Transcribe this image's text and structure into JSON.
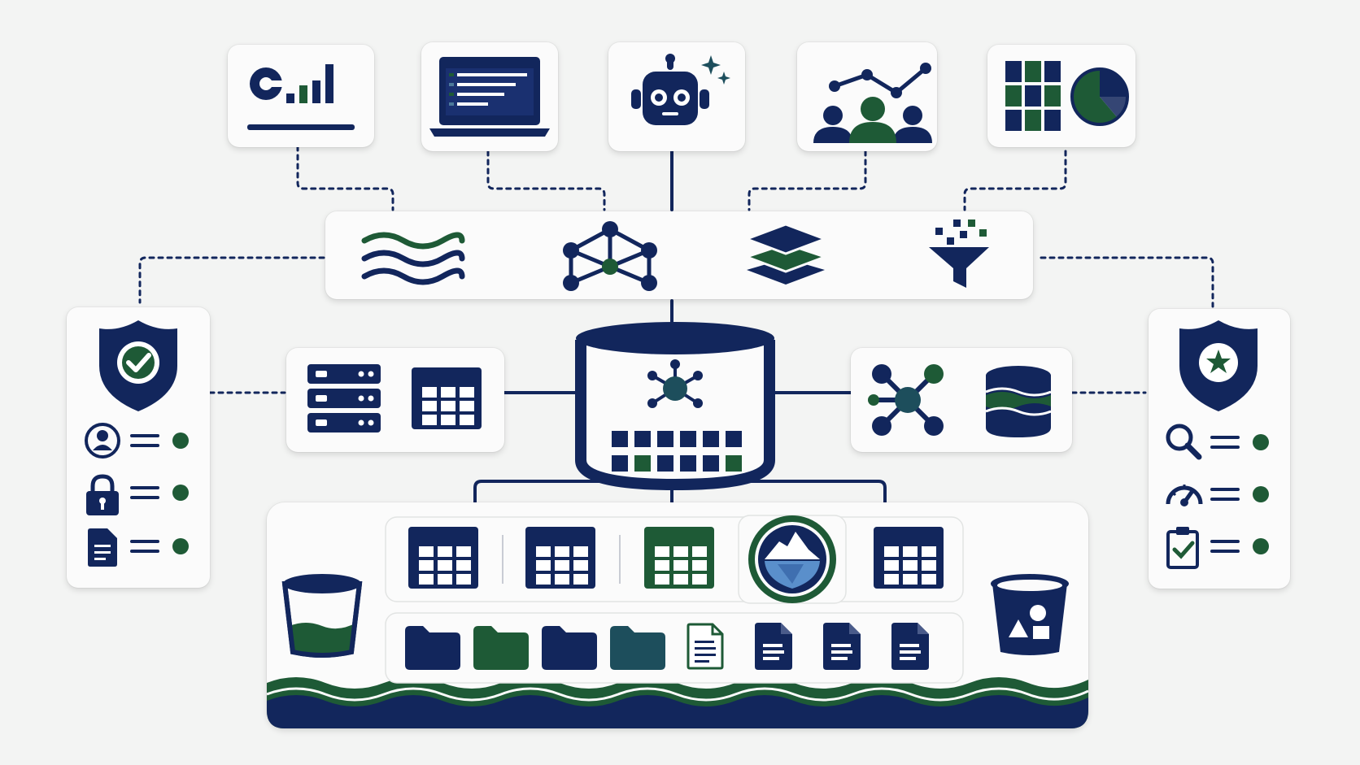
{
  "colors": {
    "navy": "#12265c",
    "green": "#1e5a36",
    "teal": "#1d4e5c",
    "ice": "#5a8fcb",
    "background": "#f3f4f3",
    "card": "#fbfbfb"
  },
  "consumers": [
    {
      "name": "bi-dashboard",
      "icon": "bar-chart-monitor-icon"
    },
    {
      "name": "laptop-report",
      "icon": "laptop-list-icon"
    },
    {
      "name": "ai-assistant",
      "icon": "robot-icon"
    },
    {
      "name": "team-analytics",
      "icon": "people-trend-icon"
    },
    {
      "name": "reporting",
      "icon": "grid-pie-icon"
    }
  ],
  "integration_layer": {
    "icons": [
      "streaming-waves-icon",
      "network-graph-icon",
      "layers-stack-icon",
      "data-funnel-icon"
    ]
  },
  "governance_panel": {
    "shield": "shield-check-icon",
    "rows": [
      "user-profile-icon",
      "lock-icon",
      "document-icon"
    ]
  },
  "observability_panel": {
    "shield": "shield-star-icon",
    "rows": [
      "search-icon",
      "speedometer-icon",
      "clipboard-check-icon"
    ]
  },
  "structured_sources": {
    "icons": [
      "server-rack-icon",
      "table-grid-icon"
    ]
  },
  "semistructured_sources": {
    "icons": [
      "hub-network-icon",
      "database-wave-icon"
    ]
  },
  "core_store": {
    "icon": "database-cylinder-icon",
    "hub": "central-hub-icon",
    "cells": 12
  },
  "lakehouse": {
    "tables": [
      "table-icon",
      "table-icon",
      "table-icon",
      "iceberg-icon",
      "table-icon"
    ],
    "files": [
      "folder-icon",
      "folder-icon",
      "folder-icon",
      "folder-icon",
      "document-icon",
      "document-icon",
      "document-icon",
      "document-icon"
    ],
    "left_bucket": "bucket-liquid-icon",
    "right_bucket": "bucket-media-icon"
  }
}
